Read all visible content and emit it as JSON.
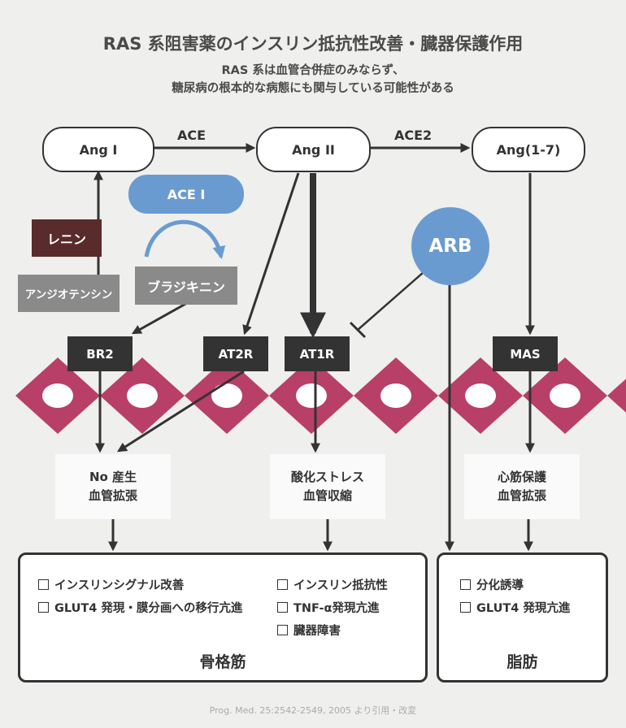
{
  "title": "RAS 系阻害薬のインスリン抵抗性改善・臓器保護作用",
  "subtitle_lines": [
    "RAS 系は血管合併症のみならず、",
    "糖尿病の根本的な病態にも関与している可能性がある"
  ],
  "nodes": {
    "ang1": "Ang I",
    "ang2": "Ang II",
    "ang17": "Ang(1-7)",
    "ace1": "ACE I",
    "arb": "ARB",
    "renin": "レニン",
    "angiotensinogen": "アンジオテンシン",
    "bradykinin": "ブラジキニン"
  },
  "edge_labels": {
    "ace": "ACE",
    "ace2": "ACE2"
  },
  "receptors": {
    "br2": "BR2",
    "at2r": "AT2R",
    "at1r": "AT1R",
    "mas": "MAS"
  },
  "effects": {
    "no": [
      "No 産生",
      "血管拡張"
    ],
    "stress": [
      "酸化ストレス",
      "血管収縮"
    ],
    "cardio": [
      "心筋保護",
      "血管拡張"
    ]
  },
  "skeletal_muscle": {
    "label": "骨格筋",
    "items_left": [
      "インスリンシグナル改善",
      "GLUT4 発現・膜分画への移行亢進"
    ],
    "items_right": [
      "インスリン抵抗性",
      "TNF-α発現亢進",
      "臓器障害"
    ]
  },
  "fat": {
    "label": "脂肪",
    "items": [
      "分化誘導",
      "GLUT4 発現亢進"
    ]
  },
  "citation": "Prog. Med. 25:2542-2549, 2005 より引用・改変",
  "colors": {
    "background": "#efefed",
    "dark": "#333333",
    "blue": "#6a9bd0",
    "cell": "#b83f68",
    "brown": "#5a2b2b",
    "gray": "#8a8a8a"
  }
}
